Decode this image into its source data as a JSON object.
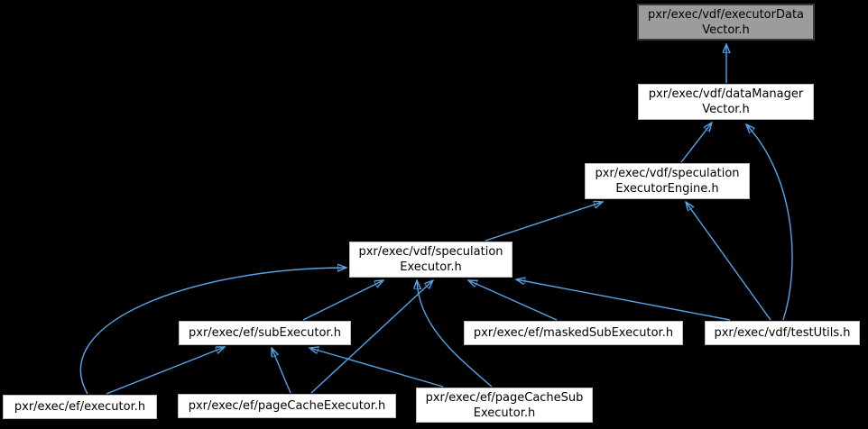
{
  "graph": {
    "kind": "included-by dependency graph",
    "nodes": [
      {
        "id": "executorDataVector",
        "label": "pxr/exec/vdf/executorData\nVector.h",
        "highlighted": true
      },
      {
        "id": "dataManagerVector",
        "label": "pxr/exec/vdf/dataManager\nVector.h",
        "highlighted": false
      },
      {
        "id": "speculationExecutorEngine",
        "label": "pxr/exec/vdf/speculation\nExecutorEngine.h",
        "highlighted": false
      },
      {
        "id": "speculationExecutor",
        "label": "pxr/exec/vdf/speculation\nExecutor.h",
        "highlighted": false
      },
      {
        "id": "subExecutor",
        "label": "pxr/exec/ef/subExecutor.h",
        "highlighted": false
      },
      {
        "id": "maskedSubExecutor",
        "label": "pxr/exec/ef/maskedSubExecutor.h",
        "highlighted": false
      },
      {
        "id": "testUtils",
        "label": "pxr/exec/vdf/testUtils.h",
        "highlighted": false
      },
      {
        "id": "executor",
        "label": "pxr/exec/ef/executor.h",
        "highlighted": false
      },
      {
        "id": "pageCacheExecutor",
        "label": "pxr/exec/ef/pageCacheExecutor.h",
        "highlighted": false
      },
      {
        "id": "pageCacheSubExecutor",
        "label": "pxr/exec/ef/pageCacheSub\nExecutor.h",
        "highlighted": false
      }
    ],
    "edges": [
      {
        "from": "dataManagerVector",
        "to": "executorDataVector"
      },
      {
        "from": "speculationExecutorEngine",
        "to": "dataManagerVector"
      },
      {
        "from": "testUtils",
        "to": "dataManagerVector"
      },
      {
        "from": "speculationExecutor",
        "to": "speculationExecutorEngine"
      },
      {
        "from": "testUtils",
        "to": "speculationExecutorEngine"
      },
      {
        "from": "subExecutor",
        "to": "speculationExecutor"
      },
      {
        "from": "executor",
        "to": "speculationExecutor"
      },
      {
        "from": "executor",
        "to": "subExecutor"
      },
      {
        "from": "pageCacheExecutor",
        "to": "subExecutor"
      },
      {
        "from": "pageCacheExecutor",
        "to": "speculationExecutor"
      },
      {
        "from": "pageCacheSubExecutor",
        "to": "subExecutor"
      },
      {
        "from": "pageCacheSubExecutor",
        "to": "speculationExecutor"
      },
      {
        "from": "maskedSubExecutor",
        "to": "speculationExecutor"
      },
      {
        "from": "testUtils",
        "to": "speculationExecutor"
      }
    ],
    "colors": {
      "background": "#000000",
      "edge": "#56a4e8",
      "node_fill": "#ffffff",
      "node_border": "#bdbdbd",
      "highlighted_node_fill": "#9c9c9c",
      "highlighted_node_border": "#383838",
      "text": "#000000"
    }
  }
}
